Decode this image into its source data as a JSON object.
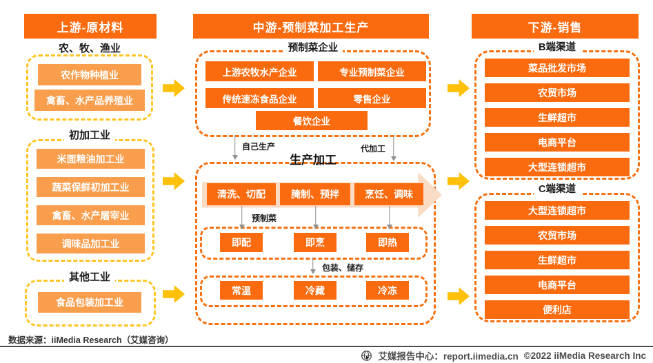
{
  "colors": {
    "deep_orange": "#fa6a0e",
    "light_orange": "#f99e4d",
    "gold_dash": "#ffc41f",
    "orange_dash": "#f7700f",
    "arrow_yellow": "#ffc008",
    "peach_arrow": "#fadcc5"
  },
  "upstream": {
    "title": "上游-原材料",
    "sections": [
      {
        "label": "农、牧、渔业",
        "items": [
          "农作物种植业",
          "禽畜、水产品养殖业"
        ]
      },
      {
        "label": "初加工业",
        "items": [
          "米面粮油加工业",
          "蔬菜保鲜初加工业",
          "禽畜、水产屠宰业",
          "调味品加工业"
        ]
      },
      {
        "label": "其他工业",
        "items": [
          "食品包装加工业"
        ]
      }
    ]
  },
  "midstream": {
    "title": "中游-预制菜加工生产",
    "enterprise_group": {
      "label": "预制菜企业",
      "row1": [
        "上游农牧水产企业",
        "专业预制菜企业"
      ],
      "row2": [
        "传统速冻食品企业",
        "零售企业"
      ],
      "row3": "餐饮企业"
    },
    "flow": {
      "self_label": "自己生产",
      "oem_label": "代加工"
    },
    "production": {
      "label": "生产加工",
      "steps": [
        "清洗、切配",
        "腌制、预拌",
        "烹饪、调味"
      ],
      "premade_label": "预制菜",
      "ready_types": [
        "即配",
        "即烹",
        "即热"
      ],
      "package_label": "包装、储存",
      "storage_types": [
        "常温",
        "冷藏",
        "冷冻"
      ]
    }
  },
  "downstream": {
    "title": "下游-销售",
    "b_channel": {
      "label": "B端渠道",
      "items": [
        "菜品批发市场",
        "农贸市场",
        "生鲜超市",
        "电商平台",
        "大型连锁超市"
      ]
    },
    "c_channel": {
      "label": "C端渠道",
      "items": [
        "大型连锁超市",
        "农贸市场",
        "生鲜超市",
        "电商平台",
        "便利店"
      ]
    }
  },
  "footer": {
    "source": "数据来源：iiMedia Research（艾媒咨询）",
    "brand": "艾媒报告中心：report.iimedia.cn",
    "copyright": "©2022  iiMedia Research Inc"
  }
}
